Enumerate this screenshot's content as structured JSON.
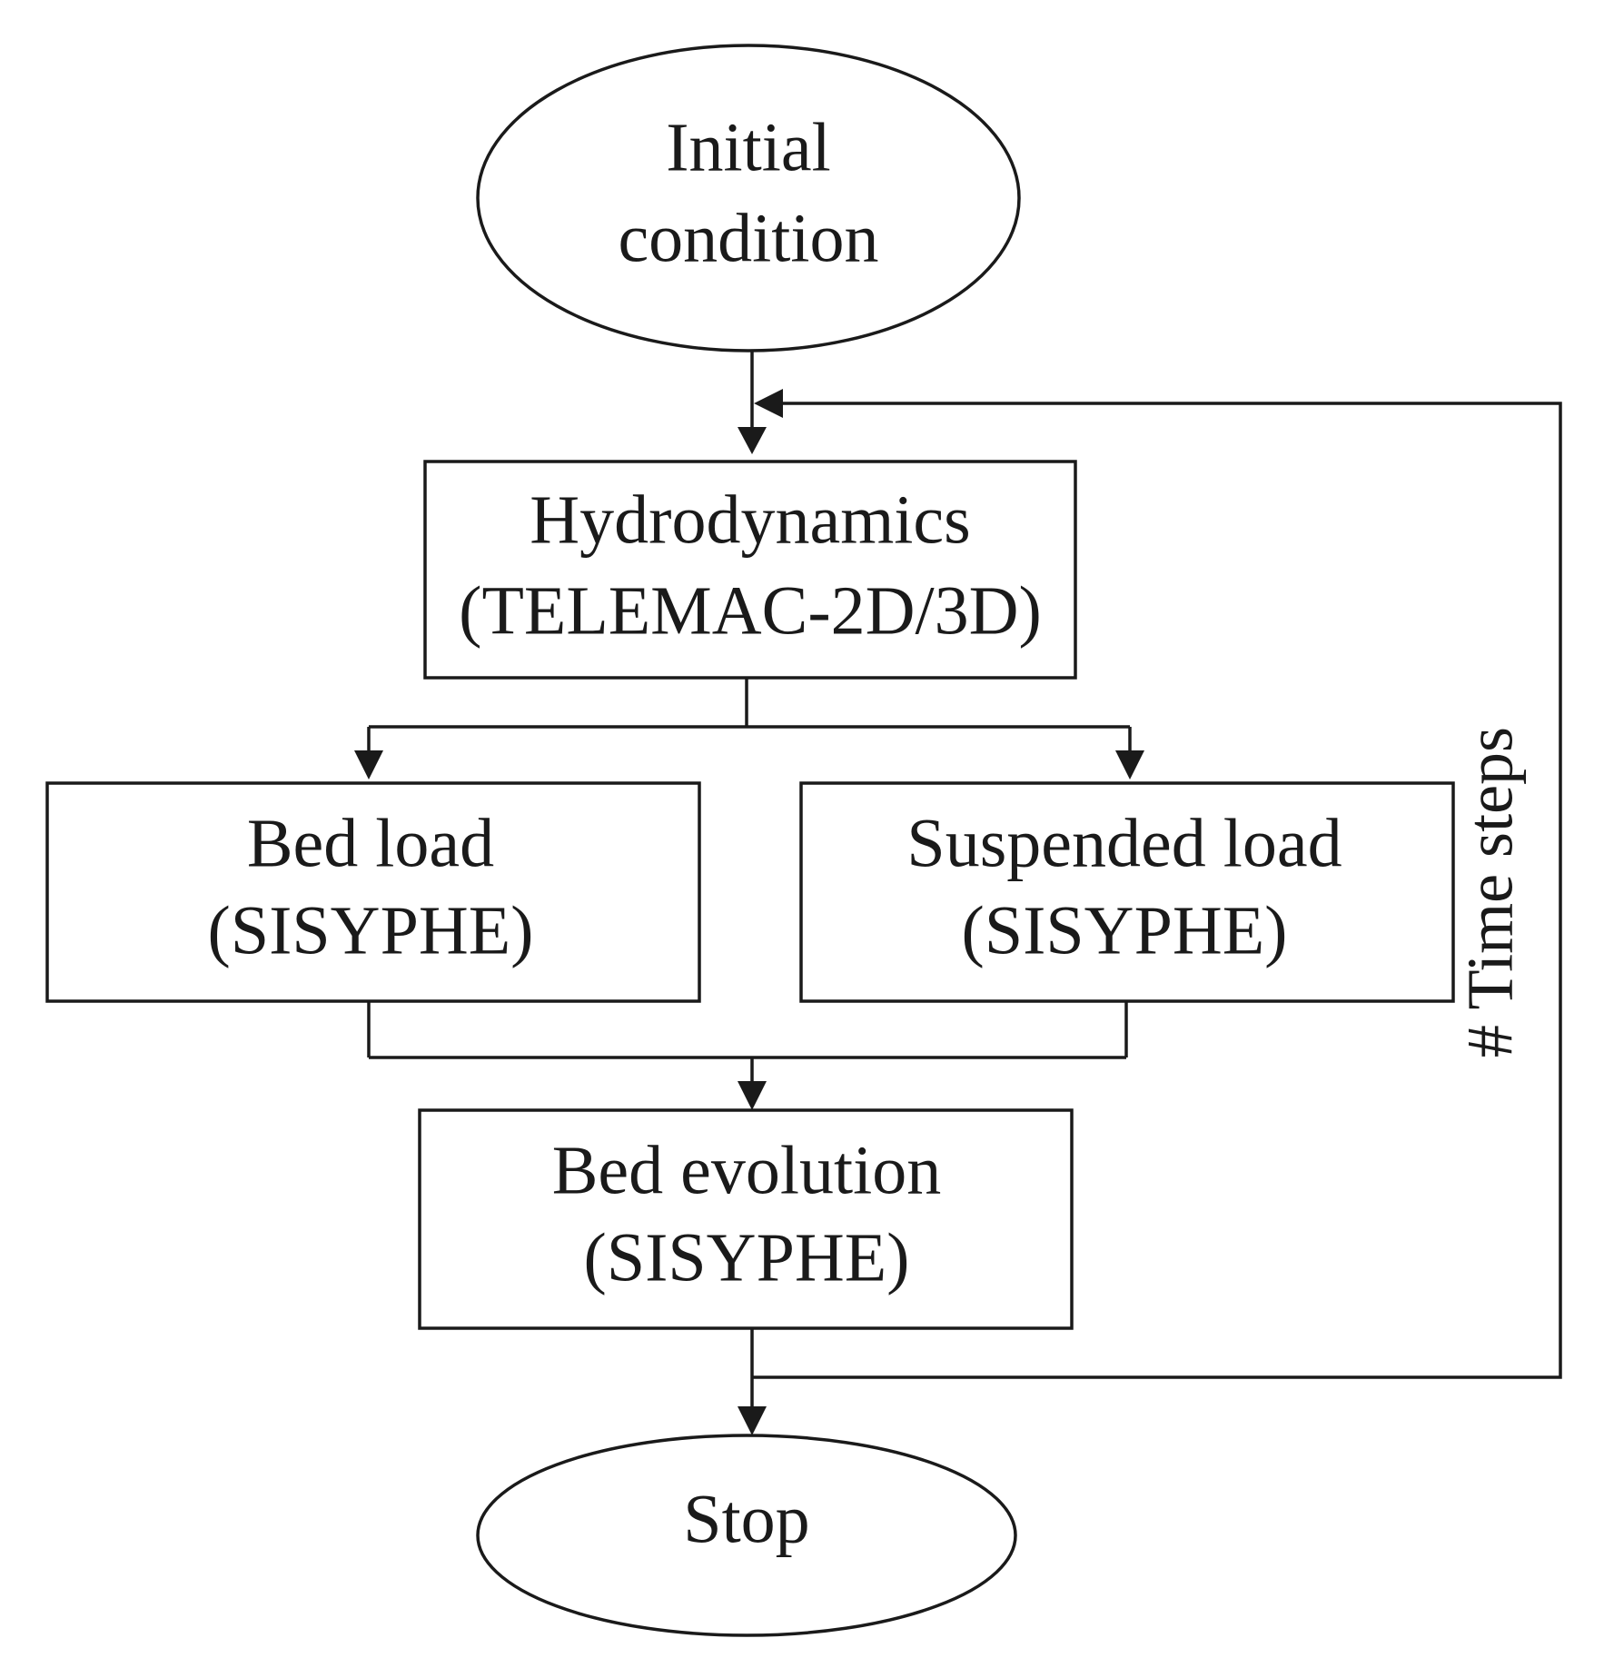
{
  "nodes": {
    "initial": {
      "line1": "Initial",
      "line2": "condition"
    },
    "hydro": {
      "line1": "Hydrodynamics",
      "line2": "(TELEMAC-2D/3D)"
    },
    "bed_load": {
      "line1": "Bed load",
      "line2": "(SISYPHE)"
    },
    "suspended_load": {
      "line1": "Suspended load",
      "line2": "(SISYPHE)"
    },
    "bed_evolution": {
      "line1": "Bed evolution",
      "line2": "(SISYPHE)"
    },
    "stop": {
      "line1": "Stop"
    }
  },
  "loop": {
    "label": "# Time steps"
  }
}
